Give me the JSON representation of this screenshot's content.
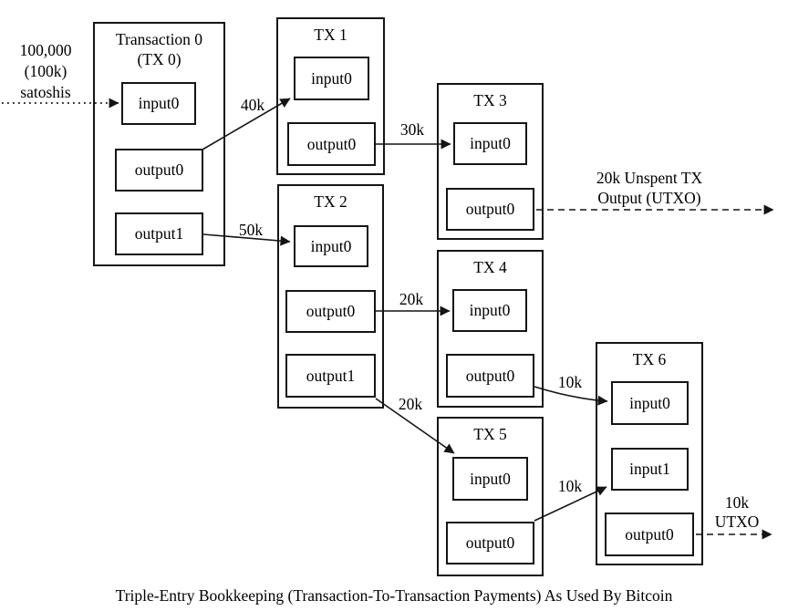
{
  "diagram": {
    "caption": "Triple-Entry Bookkeeping (Transaction-To-Transaction Payments) As Used By Bitcoin",
    "colors": {
      "line": "#141414",
      "text": "#000000",
      "background": "#ffffff"
    },
    "transactions": [
      {
        "id": "tx0",
        "title": "Transaction 0",
        "subtitle": "(TX 0)",
        "slots": [
          "input0",
          "output0",
          "output1"
        ]
      },
      {
        "id": "tx1",
        "title": "TX 1",
        "slots": [
          "input0",
          "output0"
        ]
      },
      {
        "id": "tx2",
        "title": "TX 2",
        "slots": [
          "input0",
          "output0",
          "output1"
        ]
      },
      {
        "id": "tx3",
        "title": "TX 3",
        "slots": [
          "input0",
          "output0"
        ]
      },
      {
        "id": "tx4",
        "title": "TX 4",
        "slots": [
          "input0",
          "output0"
        ]
      },
      {
        "id": "tx5",
        "title": "TX 5",
        "slots": [
          "input0",
          "output0"
        ]
      },
      {
        "id": "tx6",
        "title": "TX 6",
        "slots": [
          "input0",
          "input1",
          "output0"
        ]
      }
    ],
    "flows": [
      {
        "from": "external",
        "to": "tx0.input0",
        "style": "dotted",
        "label_lines": [
          "100,000",
          "(100k)",
          "satoshis"
        ]
      },
      {
        "from": "tx0.output0",
        "to": "tx1.input0",
        "style": "solid",
        "label_lines": [
          "40k"
        ]
      },
      {
        "from": "tx0.output1",
        "to": "tx2.input0",
        "style": "solid",
        "label_lines": [
          "50k"
        ]
      },
      {
        "from": "tx1.output0",
        "to": "tx3.input0",
        "style": "solid",
        "label_lines": [
          "30k"
        ]
      },
      {
        "from": "tx2.output0",
        "to": "tx4.input0",
        "style": "solid",
        "label_lines": [
          "20k"
        ]
      },
      {
        "from": "tx2.output1",
        "to": "tx5.input0",
        "style": "solid",
        "label_lines": [
          "20k"
        ]
      },
      {
        "from": "tx4.output0",
        "to": "tx6.input0",
        "style": "solid",
        "label_lines": [
          "10k"
        ]
      },
      {
        "from": "tx5.output0",
        "to": "tx6.input1",
        "style": "solid",
        "label_lines": [
          "10k"
        ]
      },
      {
        "from": "tx3.output0",
        "to": "unspent-output",
        "style": "dashed",
        "label_lines": [
          "20k Unspent TX",
          "Output (UTXO)"
        ]
      },
      {
        "from": "tx6.output0",
        "to": "unspent-output",
        "style": "dashed",
        "label_lines": [
          "10k",
          "UTXO"
        ]
      }
    ]
  }
}
